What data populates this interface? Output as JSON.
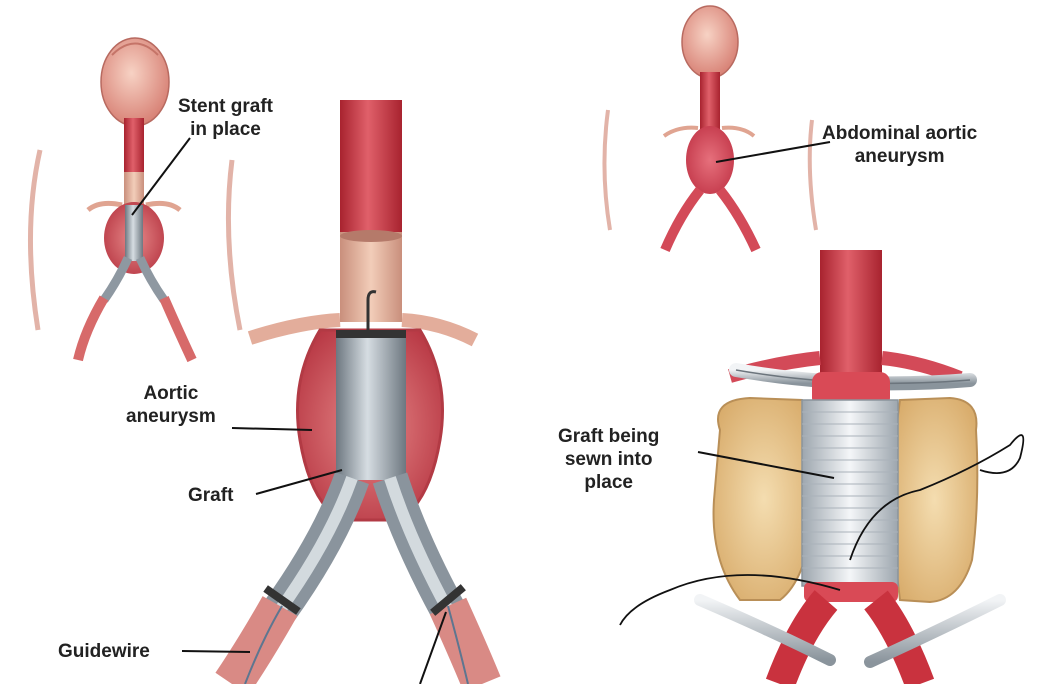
{
  "left_panel": {
    "labels": {
      "stent_graft": "Stent graft\nin place",
      "aortic_aneurysm": "Aortic\naneurysm",
      "graft": "Graft",
      "guidewire": "Guidewire"
    }
  },
  "right_panel": {
    "labels": {
      "abdominal_aortic_aneurysm": "Abdominal aortic\naneurysm",
      "graft_being_sewn": "Graft being\nsewn into\nplace"
    }
  },
  "colors": {
    "artery_red": "#c83a46",
    "artery_light": "#e9a7a8",
    "graft_gray": "#9aa4ad",
    "fat_yellow": "#e8c88e",
    "heart_pink": "#e8a89a"
  }
}
